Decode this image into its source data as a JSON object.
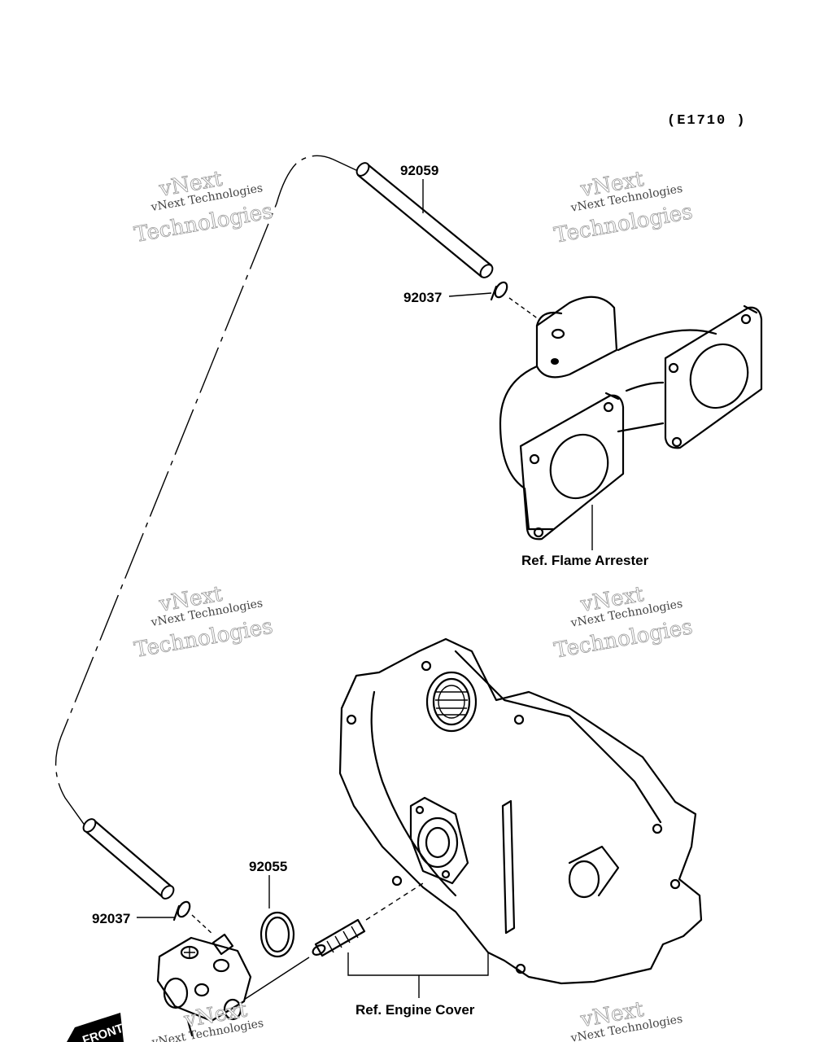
{
  "diagram": {
    "code": "(E1710 )",
    "parts": {
      "hose": "92059",
      "clamp_top": "92037",
      "clamp_bottom": "92037",
      "oring": "92055"
    },
    "refs": {
      "flame_arrester": "Ref. Flame Arrester",
      "engine_cover": "Ref. Engine Cover"
    },
    "front_mark": "FRONT"
  },
  "watermark": {
    "main": "vNext",
    "line1": "vNext Technologies",
    "line2": "Technologies"
  }
}
